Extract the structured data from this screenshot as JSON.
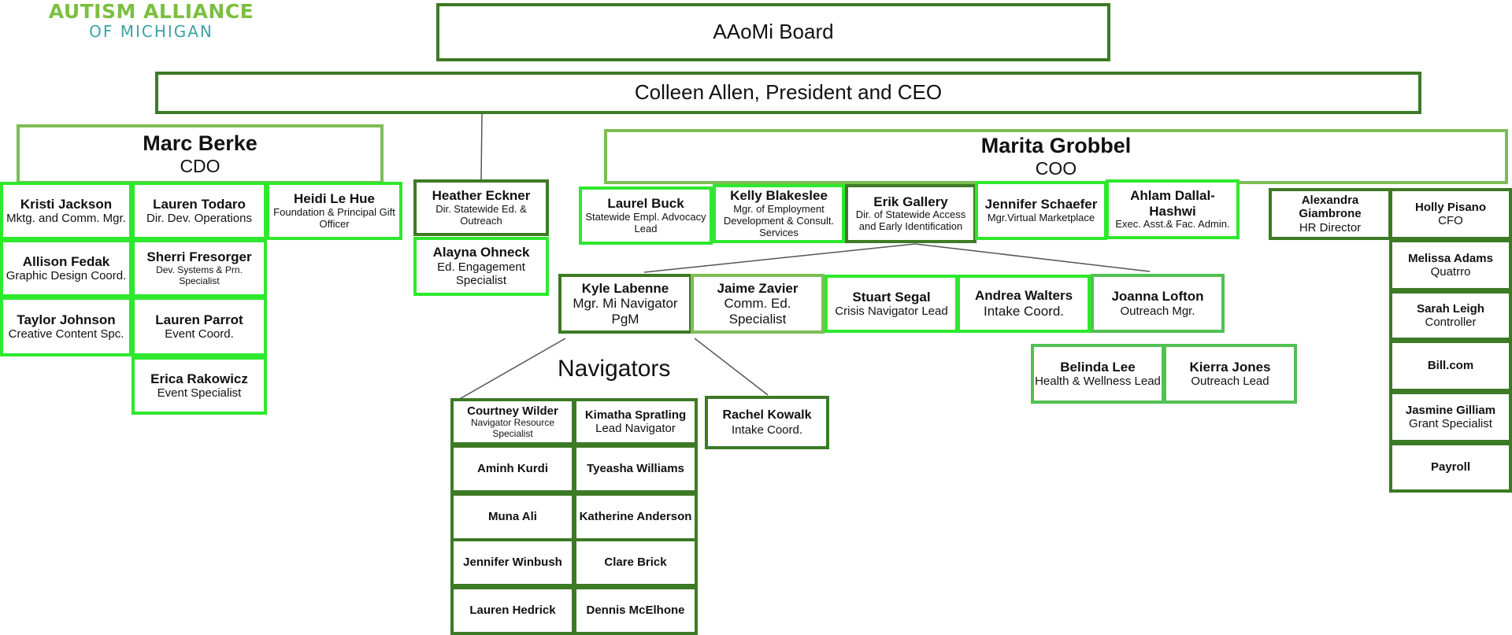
{
  "logo": {
    "line1": "AUTISM ALLIANCE",
    "line2": "OF MICHIGAN"
  },
  "board": {
    "label": "AAoMi Board"
  },
  "ceo": {
    "label": "Colleen Allen, President and CEO"
  },
  "cdo": {
    "name": "Marc Berke",
    "title": "CDO"
  },
  "coo": {
    "name": "Marita Grobbel",
    "title": "COO"
  },
  "cdo_team": {
    "kristi": {
      "name": "Kristi Jackson",
      "title": "Mktg. and Comm. Mgr."
    },
    "lauren_t": {
      "name": "Lauren Todaro",
      "title": "Dir. Dev. Operations"
    },
    "heidi": {
      "name": "Heidi Le Hue",
      "title": "Foundation & Principal Gift Officer"
    },
    "allison": {
      "name": "Allison Fedak",
      "title": "Graphic Design Coord."
    },
    "sherri": {
      "name": "Sherri Fresorger",
      "title": "Dev. Systems & Prn. Specialist"
    },
    "taylor": {
      "name": "Taylor Johnson",
      "title": "Creative Content Spc."
    },
    "lauren_p": {
      "name": "Lauren Parrot",
      "title": "Event Coord."
    },
    "erica": {
      "name": "Erica Rakowicz",
      "title": "Event Specialist"
    }
  },
  "ed_team": {
    "heather": {
      "name": "Heather Eckner",
      "title": "Dir. Statewide Ed. & Outreach"
    },
    "alayna": {
      "name": "Alayna Ohneck",
      "title": "Ed. Engagement Specialist"
    }
  },
  "coo_team": {
    "laurel": {
      "name": "Laurel Buck",
      "title": "Statewide Empl. Advocacy Lead"
    },
    "kelly": {
      "name": "Kelly Blakeslee",
      "title": "Mgr. of Employment Development & Consult. Services"
    },
    "erik": {
      "name": "Erik Gallery",
      "title": "Dir. of Statewide Access and Early Identification"
    },
    "jennifer_s": {
      "name": "Jennifer Schaefer",
      "title": "Mgr.Virtual Marketplace"
    },
    "ahlam": {
      "name": "Ahlam Dallal-Hashwi",
      "title": "Exec. Asst.& Fac. Admin."
    }
  },
  "access_team": {
    "kyle": {
      "name": "Kyle Labenne",
      "title": "Mgr. Mi Navigator PgM"
    },
    "jaime": {
      "name": "Jaime Zavier",
      "title": "Comm. Ed. Specialist"
    },
    "stuart": {
      "name": "Stuart Segal",
      "title": "Crisis Navigator Lead"
    },
    "andrea": {
      "name": "Andrea Walters",
      "title": "Intake Coord."
    },
    "joanna": {
      "name": "Joanna Lofton",
      "title": "Outreach Mgr."
    },
    "belinda": {
      "name": "Belinda Lee",
      "title": "Health & Wellness Lead"
    },
    "kierra": {
      "name": "Kierra Jones",
      "title": "Outreach Lead"
    },
    "rachel": {
      "name": "Rachel Kowalk",
      "title": "Intake Coord."
    }
  },
  "navigators": {
    "label": "Navigators",
    "courtney": {
      "name": "Courtney Wilder",
      "title": "Navigator Resource Specialist"
    },
    "kimatha": {
      "name": "Kimatha Spratling",
      "title": "Lead Navigator"
    },
    "aminh": {
      "name": "Aminh Kurdi"
    },
    "tyeasha": {
      "name": "Tyeasha Williams"
    },
    "muna": {
      "name": "Muna Ali"
    },
    "katherine": {
      "name": "Katherine Anderson"
    },
    "jennifer_w": {
      "name": "Jennifer Winbush"
    },
    "clare": {
      "name": "Clare Brick"
    },
    "lauren_h": {
      "name": "Lauren Hedrick"
    },
    "dennis": {
      "name": "Dennis McElhone"
    }
  },
  "finance_team": {
    "alexandra": {
      "name": "Alexandra Giambrone",
      "title": "HR Director"
    },
    "holly": {
      "name": "Holly Pisano",
      "title": "CFO"
    },
    "melissa": {
      "name": "Melissa Adams",
      "title": "Quatrro"
    },
    "sarah": {
      "name": "Sarah Leigh",
      "title": "Controller"
    },
    "billcom": {
      "name": "Bill.com"
    },
    "jasmine": {
      "name": "Jasmine Gilliam",
      "title": "Grant Specialist"
    },
    "payroll": {
      "name": "Payroll"
    }
  }
}
